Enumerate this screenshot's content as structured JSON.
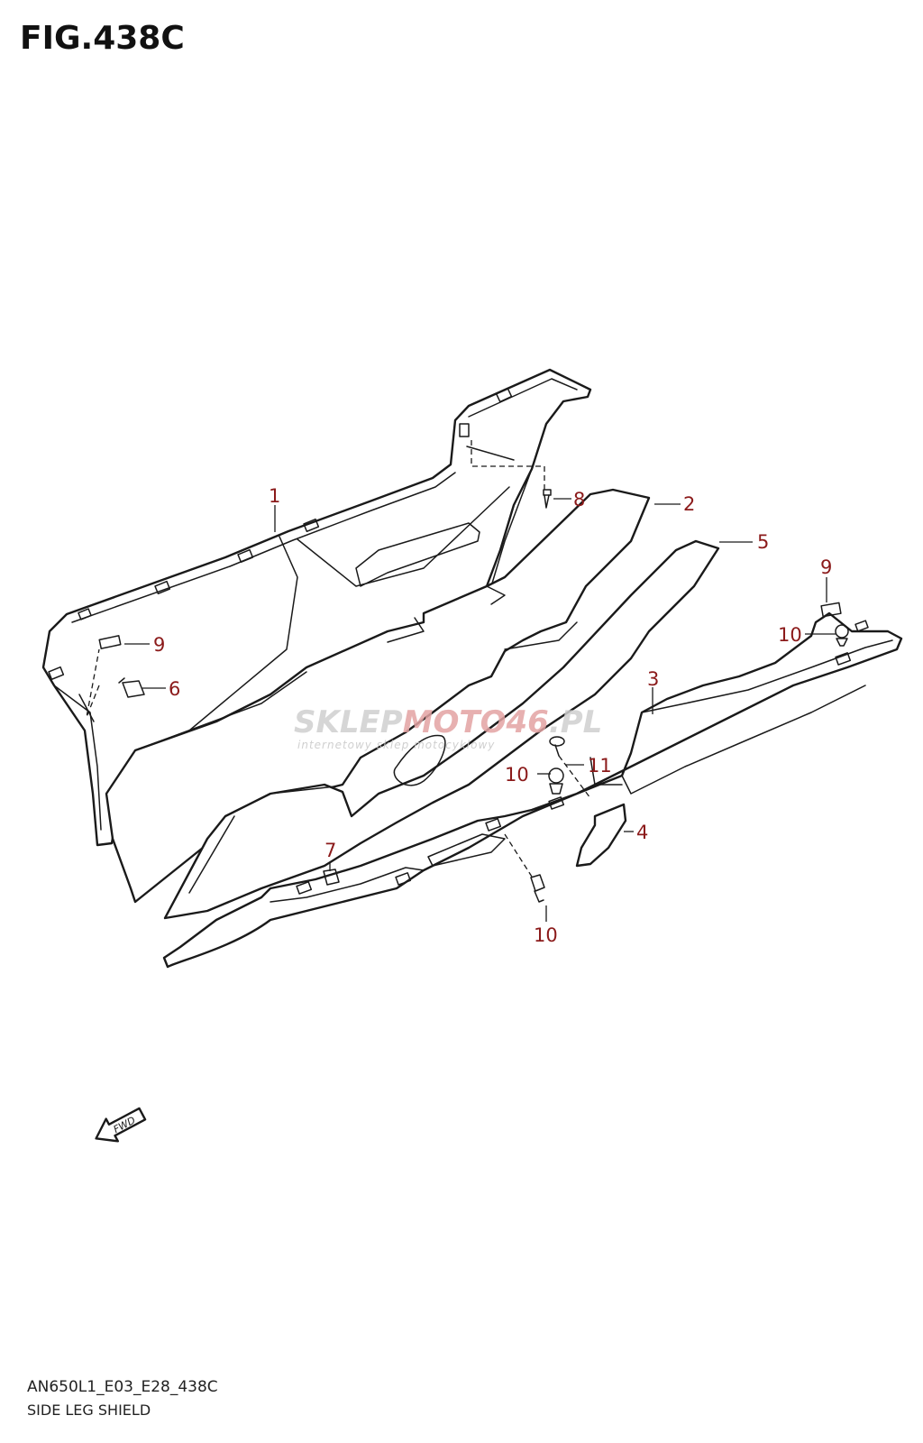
{
  "figure": {
    "title": "FIG.438C",
    "model_code": "AN650L1_E03_E28_438C",
    "section_name": "SIDE LEG SHIELD"
  },
  "callouts": [
    "1",
    "2",
    "3",
    "4",
    "5",
    "6",
    "7",
    "8",
    "9",
    "9",
    "10",
    "10",
    "10",
    "11"
  ],
  "fwd_arrow": {
    "label": "FWD",
    "icon": "fwd-arrow-icon"
  },
  "watermark": {
    "brand_part1": "SKLEP",
    "brand_part2": "MOTO",
    "brand_part3": "46",
    "brand_part4": ".PL",
    "tagline": "internetowy sklep motocyklowy"
  },
  "colors": {
    "callout_text": "#8b1a1a",
    "line": "#1a1a1a",
    "watermark_gray": "#c8c8c8",
    "watermark_red": "#e3a3a3"
  }
}
